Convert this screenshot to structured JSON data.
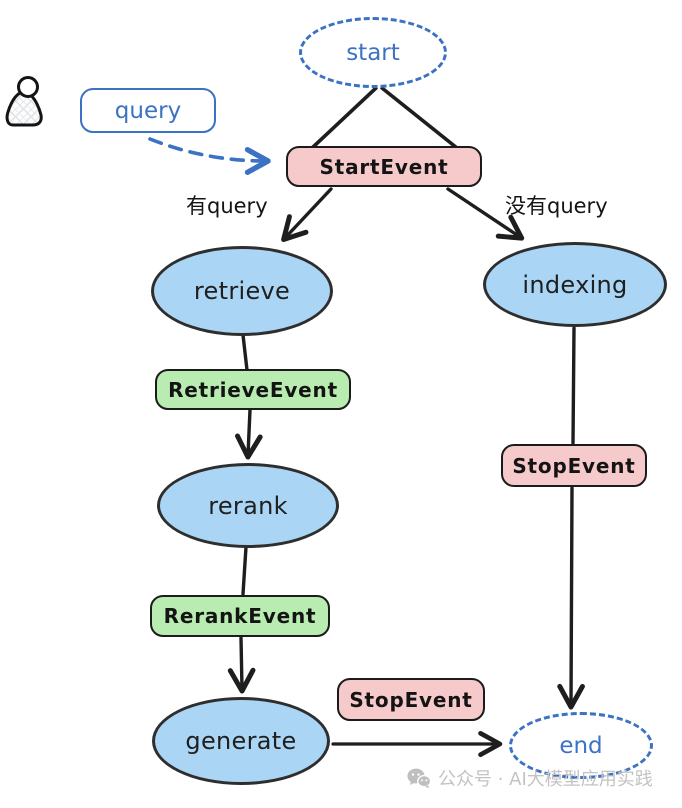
{
  "diagram_type": "hand-drawn flowchart (RAG workflow events)",
  "nodes": {
    "start": {
      "label": "start",
      "shape": "dashed-ellipse"
    },
    "query": {
      "label": "query",
      "shape": "rounded-rect-blue"
    },
    "start_event": {
      "label": "StartEvent",
      "shape": "rounded-rect-pink"
    },
    "retrieve": {
      "label": "retrieve",
      "shape": "ellipse-blue"
    },
    "indexing": {
      "label": "indexing",
      "shape": "ellipse-blue"
    },
    "retrieve_event": {
      "label": "RetrieveEvent",
      "shape": "rounded-rect-green"
    },
    "rerank": {
      "label": "rerank",
      "shape": "ellipse-blue"
    },
    "rerank_event": {
      "label": "RerankEvent",
      "shape": "rounded-rect-green"
    },
    "generate": {
      "label": "generate",
      "shape": "ellipse-blue"
    },
    "stop_event_right": {
      "label": "StopEvent",
      "shape": "rounded-rect-pink"
    },
    "stop_event_bottom": {
      "label": "StopEvent",
      "shape": "rounded-rect-pink"
    },
    "end": {
      "label": "end",
      "shape": "dashed-ellipse"
    }
  },
  "edge_labels": {
    "has_query": "有query",
    "no_query": "没有query"
  },
  "edges": [
    {
      "from": "start",
      "to": "start_event",
      "style": "two solid lines, no arrowhead"
    },
    {
      "from": "query",
      "to": "start_event",
      "style": "blue dashed arrow"
    },
    {
      "from": "start_event",
      "to": "retrieve",
      "label": "有query",
      "style": "arrow"
    },
    {
      "from": "start_event",
      "to": "indexing",
      "label": "没有query",
      "style": "arrow"
    },
    {
      "from": "retrieve",
      "to": "retrieve_event",
      "style": "line"
    },
    {
      "from": "retrieve_event",
      "to": "rerank",
      "style": "arrow"
    },
    {
      "from": "rerank",
      "to": "rerank_event",
      "style": "line"
    },
    {
      "from": "rerank_event",
      "to": "generate",
      "style": "arrow"
    },
    {
      "from": "generate",
      "to": "end",
      "style": "arrow",
      "passes": "stop_event_bottom"
    },
    {
      "from": "indexing",
      "to": "stop_event_right",
      "style": "line"
    },
    {
      "from": "stop_event_right",
      "to": "end",
      "style": "arrow"
    }
  ],
  "watermark": {
    "text": "公众号 · AI大模型应用实践",
    "icon": "wechat-icon"
  },
  "colors": {
    "accent_blue": "#3b72c4",
    "ellipse_fill": "#abd5f5",
    "pink_fill": "#f6caca",
    "green_fill": "#b8ecb0",
    "stroke_black": "#1e1e1e",
    "watermark_gray": "#c3c3c3"
  }
}
